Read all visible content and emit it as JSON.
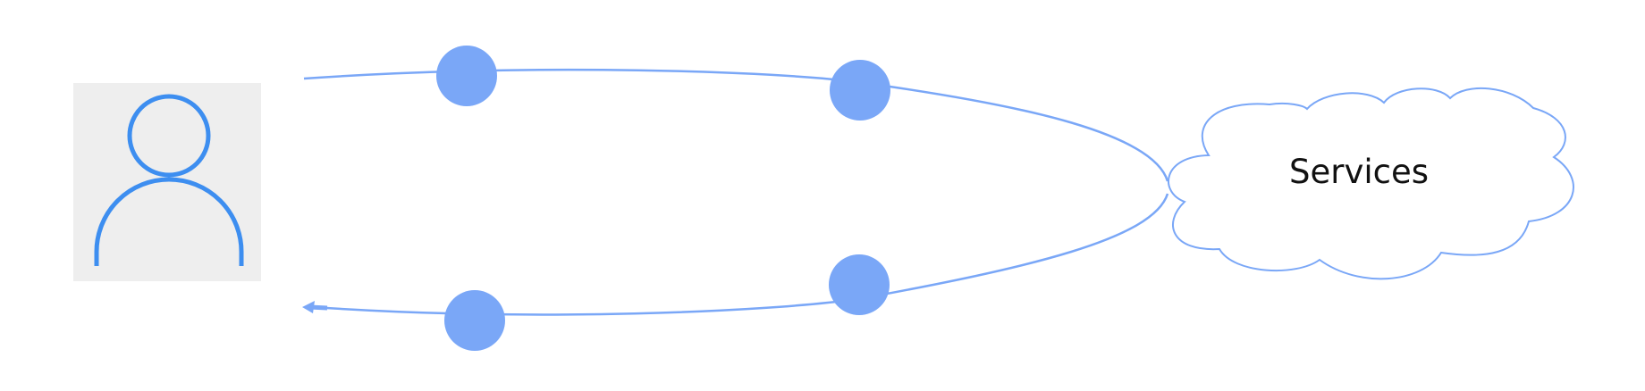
{
  "colors": {
    "accent": "#7aa7f7",
    "user_icon": "#3d8ef0",
    "label": "#111111",
    "background": "#ffffff",
    "user_box": "#eeeeee"
  },
  "user": {
    "icon": "user-icon"
  },
  "cloud": {
    "label": "Services",
    "icon": "cloud-icon"
  },
  "flows": {
    "request": {
      "nodes": 2
    },
    "response": {
      "nodes": 2,
      "arrow": "arrow-left-icon"
    }
  }
}
